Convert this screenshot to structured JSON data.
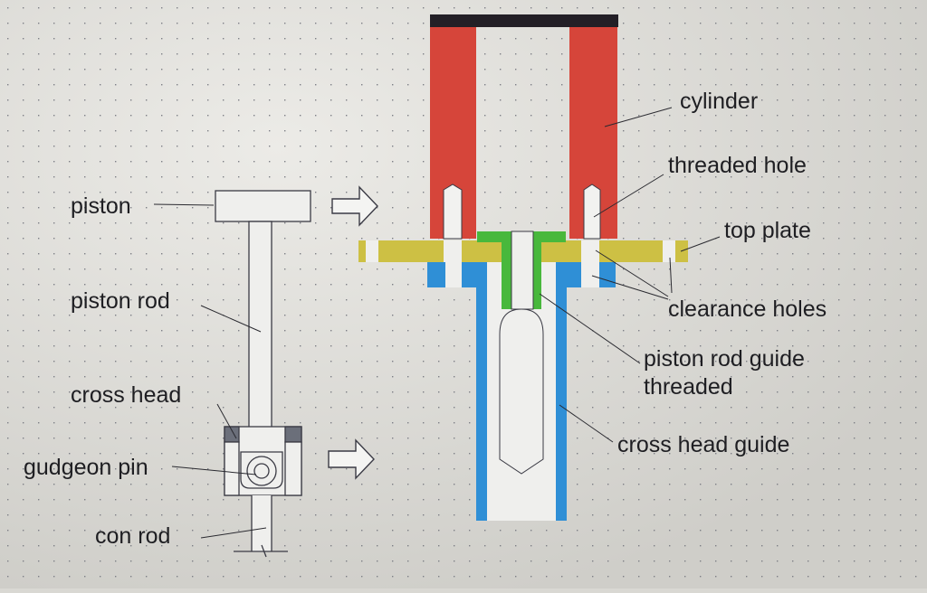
{
  "labels": {
    "piston": "piston",
    "piston_rod": "piston rod",
    "cross_head": "cross head",
    "gudgeon_pin": "gudgeon pin",
    "con_rod": "con rod",
    "cylinder": "cylinder",
    "threaded_hole": "threaded hole",
    "top_plate": "top plate",
    "clearance_holes": "clearance holes",
    "piston_rod_guide_line1": "piston rod guide",
    "piston_rod_guide_line2": "threaded",
    "cross_head_guide": "cross head guide"
  },
  "colors": {
    "background": "#d9d8d3",
    "cylinder": "#d6453a",
    "cylinder_cap": "#231f26",
    "top_plate": "#cdc044",
    "piston_rod_guide": "#48b83c",
    "cross_head_guide": "#2f8fd6",
    "cross_head_blocks": "#6b6f7a",
    "outline": "#3a3a44"
  }
}
